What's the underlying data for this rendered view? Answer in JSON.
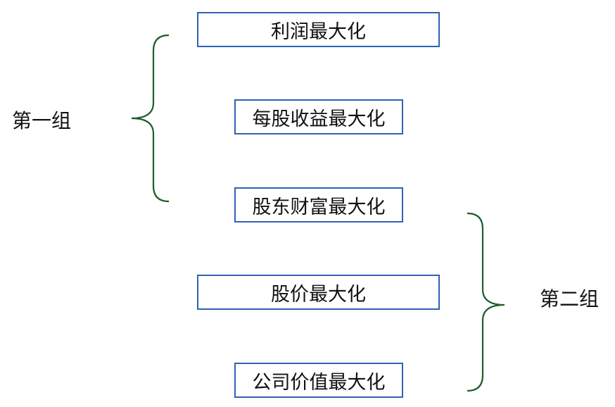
{
  "groups": [
    {
      "label": "第一组"
    },
    {
      "label": "第二组"
    }
  ],
  "boxes": [
    {
      "label": "利润最大化"
    },
    {
      "label": "每股收益最大化"
    },
    {
      "label": "股东财富最大化"
    },
    {
      "label": "股价最大化"
    },
    {
      "label": "公司价值最大化"
    }
  ],
  "colors": {
    "box_border": "#2e62b5",
    "brace": "#1e5e2b"
  }
}
